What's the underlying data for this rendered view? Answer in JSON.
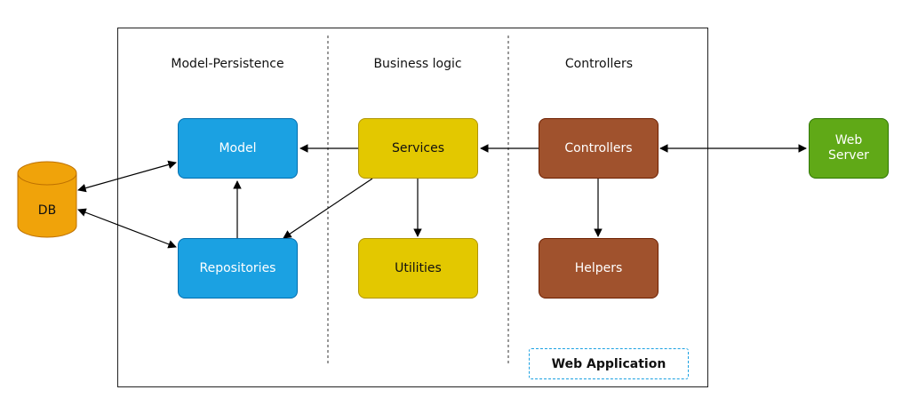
{
  "sections": {
    "model_persistence": "Model-Persistence",
    "business_logic": "Business logic",
    "controllers": "Controllers"
  },
  "nodes": {
    "model": "Model",
    "repositories": "Repositories",
    "services": "Services",
    "utilities": "Utilities",
    "controllers": "Controllers",
    "helpers": "Helpers",
    "web_server": "Web Server",
    "db": "DB"
  },
  "badge": {
    "web_application": "Web Application"
  },
  "colors": {
    "model_layer": "#1ba1e2",
    "business_layer": "#e3c800",
    "controller_layer": "#a0522d",
    "web_server": "#60a917",
    "db": "#f0a30a"
  }
}
